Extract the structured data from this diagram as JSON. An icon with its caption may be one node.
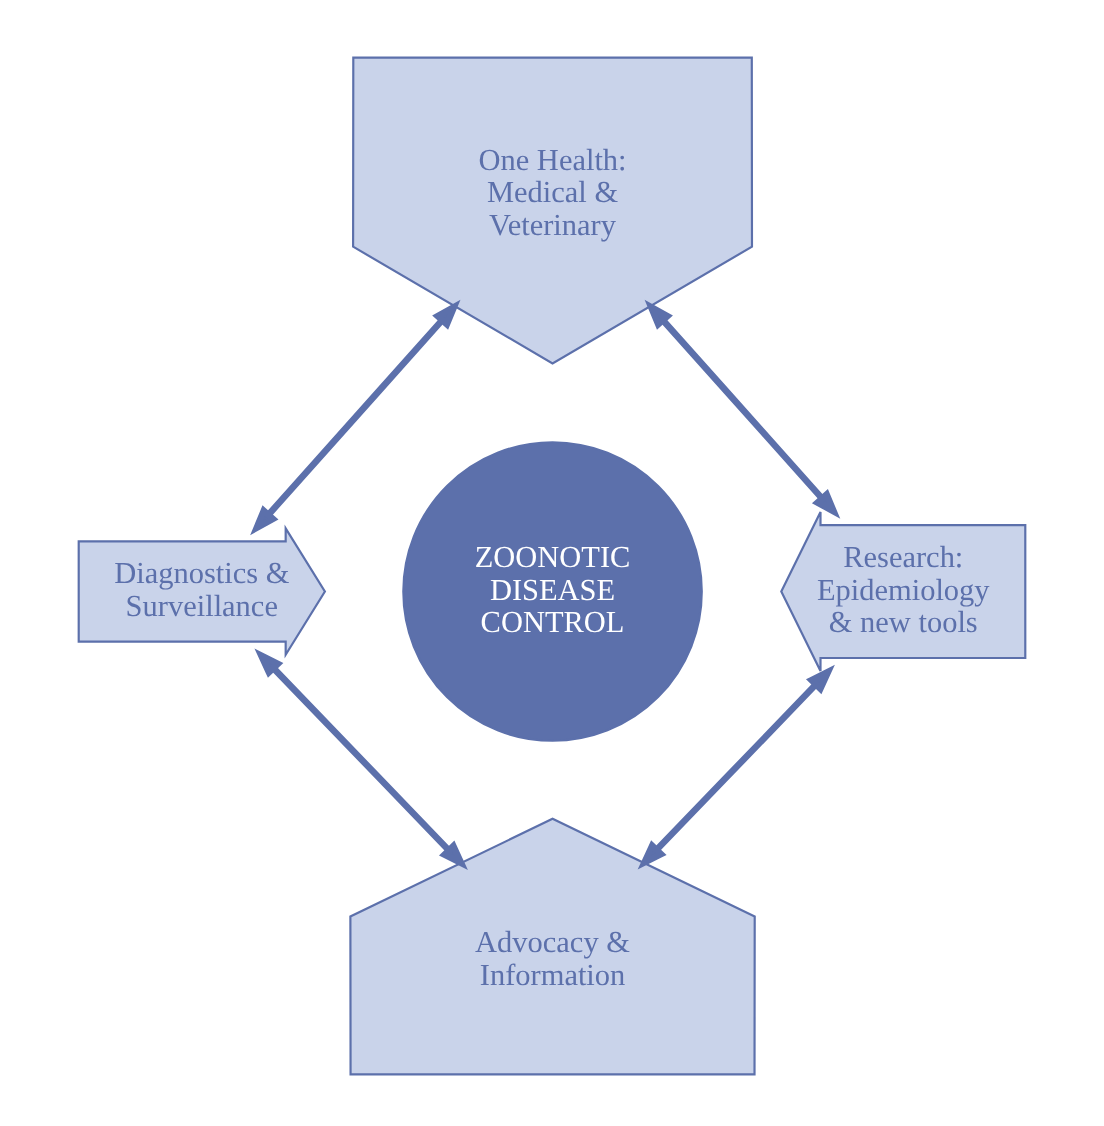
{
  "diagram": {
    "nodes": [
      {
        "text": [
          "ZOONOTIC DISEASE CONTROL"
        ]
      },
      {
        "text": [
          "One Health: Medical & Veterinary"
        ]
      },
      {
        "text": [
          "Diagnostics & Surveillance"
        ]
      },
      {
        "text": [
          "Research: Epidemiology & new tools"
        ]
      },
      {
        "text": [
          "Advocacy & Information"
        ]
      }
    ],
    "edges": [
      {
        "from": 2,
        "to": 1,
        "arrow": "both"
      },
      {
        "from": 1,
        "to": 3,
        "arrow": "both"
      },
      {
        "from": 2,
        "to": 4,
        "arrow": "both"
      },
      {
        "from": 3,
        "to": 4,
        "arrow": "both"
      }
    ]
  }
}
